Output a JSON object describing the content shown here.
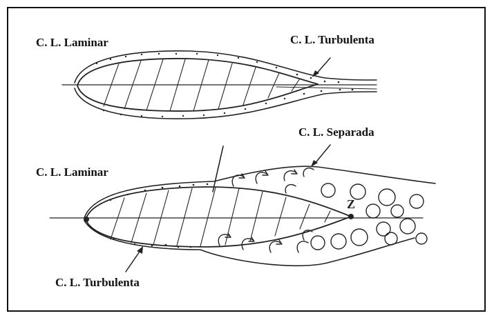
{
  "labels": {
    "top_laminar": "C. L. Laminar",
    "top_turbulent": "C. L. Turbulenta",
    "bottom_separated": "C. L. Separada",
    "bottom_laminar": "C. L. Laminar",
    "bottom_turbulent": "C. L. Turbulenta",
    "separation_mark": "Z"
  },
  "colors": {
    "ink": "#222222",
    "paper": "#ffffff",
    "frame": "#111111"
  }
}
